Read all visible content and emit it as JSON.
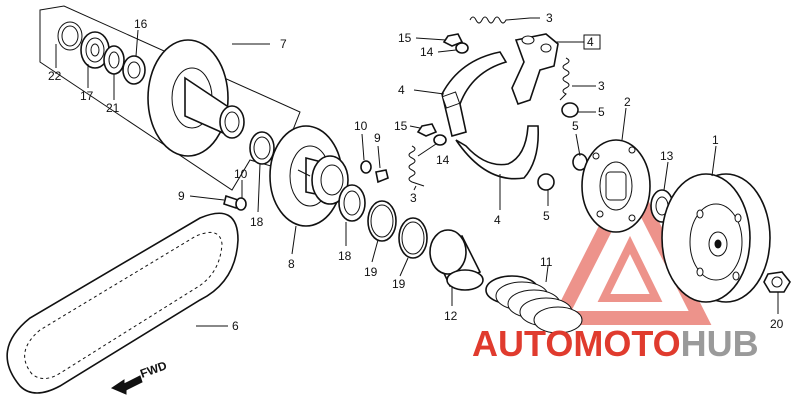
{
  "labels": [
    {
      "id": "p3a",
      "text": "3"
    },
    {
      "id": "p4box",
      "text": "4"
    },
    {
      "id": "p15a",
      "text": "15"
    },
    {
      "id": "p14a",
      "text": "14"
    },
    {
      "id": "p3b",
      "text": "3"
    },
    {
      "id": "p5a",
      "text": "5"
    },
    {
      "id": "p4a",
      "text": "4"
    },
    {
      "id": "p2",
      "text": "2"
    },
    {
      "id": "p5b",
      "text": "5"
    },
    {
      "id": "p15b",
      "text": "15"
    },
    {
      "id": "p14b",
      "text": "14"
    },
    {
      "id": "p10a",
      "text": "10"
    },
    {
      "id": "p9a",
      "text": "9"
    },
    {
      "id": "p3c",
      "text": "3"
    },
    {
      "id": "p1",
      "text": "1"
    },
    {
      "id": "p13",
      "text": "13"
    },
    {
      "id": "p5c",
      "text": "5"
    },
    {
      "id": "p4b",
      "text": "4"
    },
    {
      "id": "p16",
      "text": "16"
    },
    {
      "id": "p7",
      "text": "7"
    },
    {
      "id": "p22",
      "text": "22"
    },
    {
      "id": "p17",
      "text": "17"
    },
    {
      "id": "p21",
      "text": "21"
    },
    {
      "id": "p10b",
      "text": "10"
    },
    {
      "id": "p9b",
      "text": "9"
    },
    {
      "id": "p18a",
      "text": "18"
    },
    {
      "id": "p8",
      "text": "8"
    },
    {
      "id": "p18b",
      "text": "18"
    },
    {
      "id": "p19a",
      "text": "19"
    },
    {
      "id": "p19b",
      "text": "19"
    },
    {
      "id": "p12",
      "text": "12"
    },
    {
      "id": "p11",
      "text": "11"
    },
    {
      "id": "p20",
      "text": "20"
    },
    {
      "id": "p6",
      "text": "6"
    }
  ],
  "fwd_label": "FWD",
  "watermark": {
    "part1": "AUTOMOTO",
    "part2": "HUB",
    "color1": "#e03b2e",
    "color2": "#9a9a9a"
  }
}
